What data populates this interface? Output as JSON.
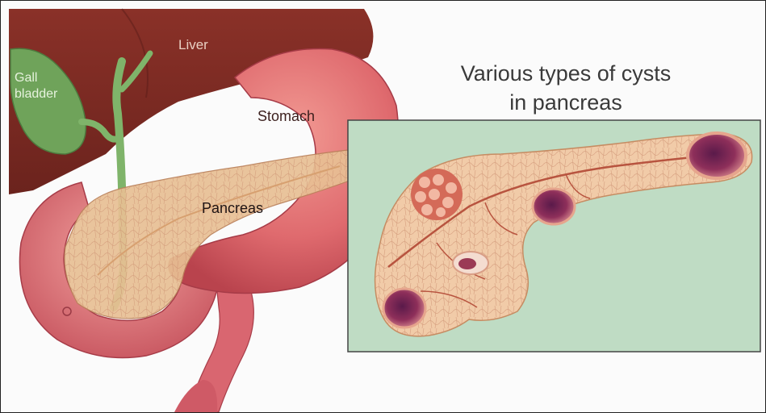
{
  "title": {
    "line1": "Various types of cysts",
    "line2": "in pancreas"
  },
  "labels": {
    "liver": "Liver",
    "gallbladder_line1": "Gall",
    "gallbladder_line2": "bladder",
    "stomach": "Stomach",
    "pancreas": "Pancreas"
  },
  "colors": {
    "liver": "#7a2a22",
    "gallbladder": "#6fa35a",
    "stomach": "#d55c62",
    "duodenum": "#d9616a",
    "pancreas": "#e8b48e",
    "inset_background": "#bfdcc4",
    "cyst": "#8a2d52"
  }
}
